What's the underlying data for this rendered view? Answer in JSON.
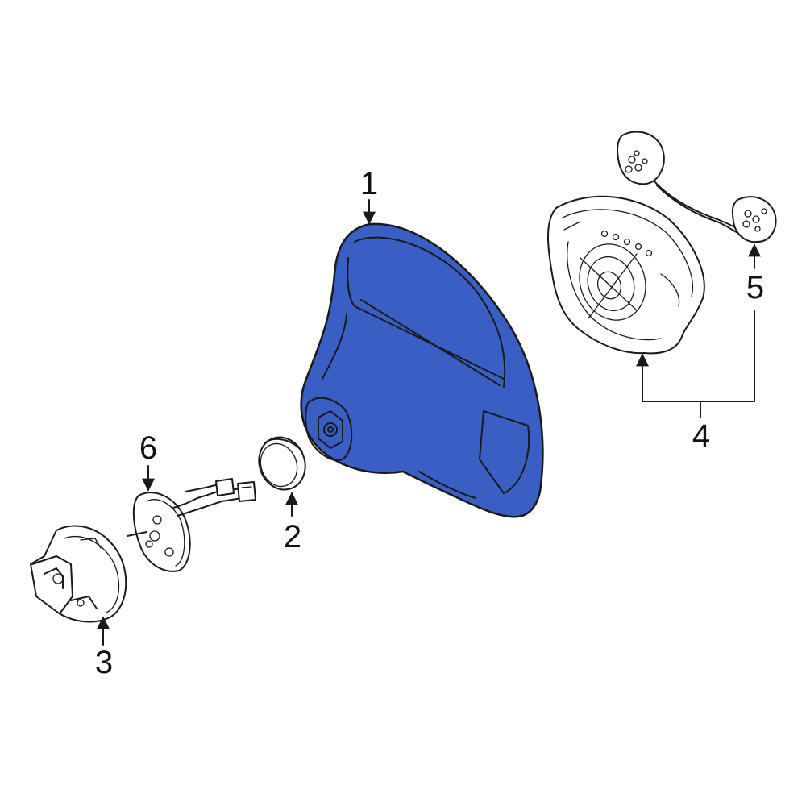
{
  "callouts": {
    "c1": "1",
    "c2": "2",
    "c3": "3",
    "c4": "4",
    "c5": "5",
    "c6": "6"
  },
  "colors": {
    "highlight": "#3a5fc4",
    "line": "#1a1a1a",
    "background": "#ffffff"
  }
}
